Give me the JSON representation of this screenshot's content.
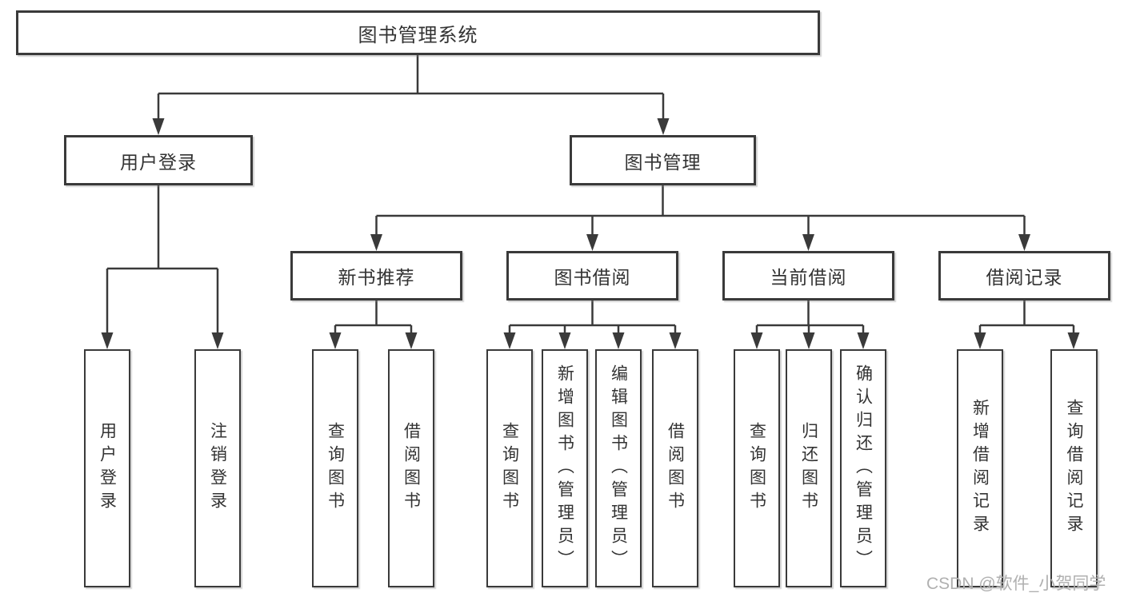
{
  "colors": {
    "line": "#3a3a3a",
    "box_bg": "#ffffff",
    "text": "#333333",
    "watermark": "#b0b0b0",
    "page_bg": "#ffffff"
  },
  "nodes": {
    "root": {
      "label": "图书管理系统"
    },
    "level2": [
      {
        "label": "用户登录"
      },
      {
        "label": "图书管理"
      }
    ],
    "level3": [
      {
        "label": "新书推荐"
      },
      {
        "label": "图书借阅"
      },
      {
        "label": "当前借阅"
      },
      {
        "label": "借阅记录"
      }
    ],
    "leaves": [
      {
        "label": "用户登录"
      },
      {
        "label": "注销登录"
      },
      {
        "label": "查询图书"
      },
      {
        "label": "借阅图书"
      },
      {
        "label": "查询图书"
      },
      {
        "label": "新增图书（管理员）"
      },
      {
        "label": "编辑图书（管理员）"
      },
      {
        "label": "借阅图书"
      },
      {
        "label": "查询图书"
      },
      {
        "label": "归还图书"
      },
      {
        "label": "确认归还（管理员）"
      },
      {
        "label": "新增借阅记录"
      },
      {
        "label": "查询借阅记录"
      }
    ]
  },
  "watermark": {
    "text": "CSDN @软件_小贺同学"
  }
}
